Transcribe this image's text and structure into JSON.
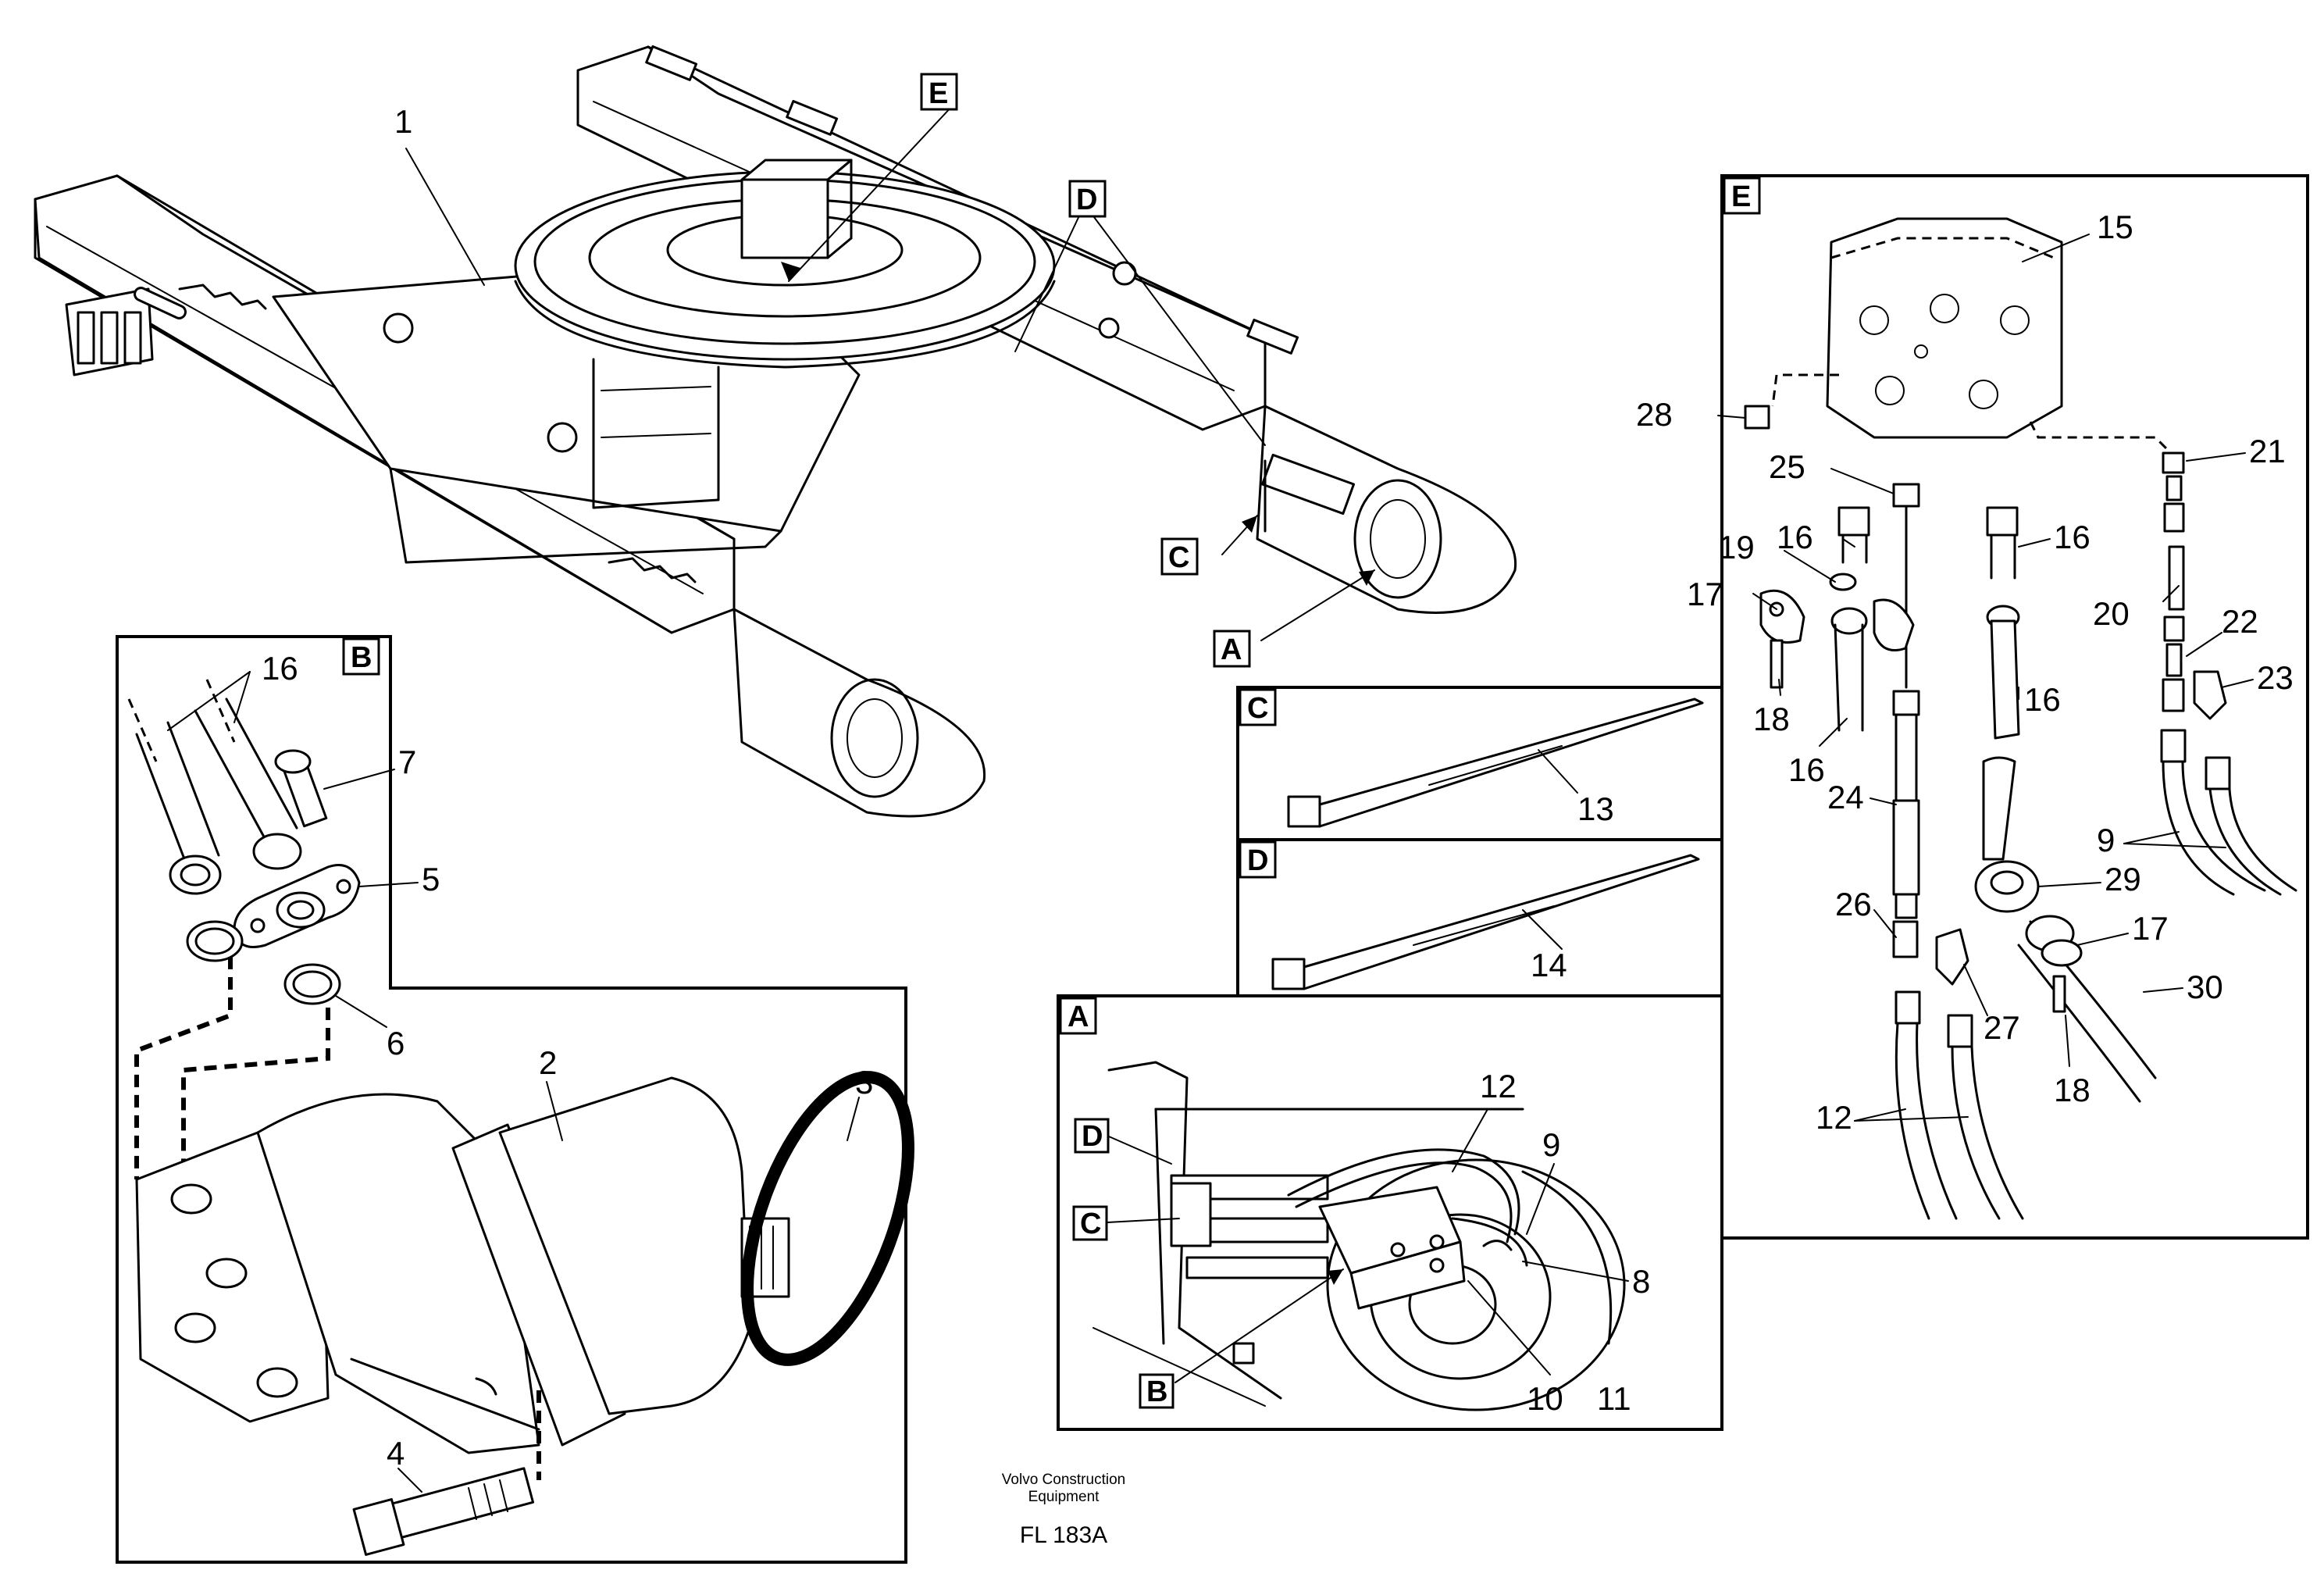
{
  "frame": {
    "callouts": {
      "c1": "1"
    },
    "letters": {
      "E": "E",
      "D": "D",
      "C": "C",
      "A": "A"
    }
  },
  "panel_B": {
    "letter": "B",
    "callouts": [
      "16",
      "7",
      "5",
      "6",
      "2",
      "3",
      "4"
    ]
  },
  "panel_C": {
    "letter": "C",
    "callouts": [
      "13"
    ]
  },
  "panel_D": {
    "letter": "D",
    "callouts": [
      "14"
    ]
  },
  "panel_A": {
    "letter": "A",
    "inner_letters": [
      "D",
      "C",
      "B"
    ],
    "callouts": [
      "12",
      "9",
      "8",
      "10",
      "11"
    ]
  },
  "panel_E": {
    "letter": "E",
    "callouts": {
      "c15": "15",
      "c28": "28",
      "c21": "21",
      "c25": "25",
      "c19": "19",
      "c16a": "16",
      "c16b": "16",
      "c17": "17",
      "c20": "20",
      "c22": "22",
      "c23": "23",
      "c18": "18",
      "c16c": "16",
      "c16d": "16",
      "c24": "24",
      "c9": "9",
      "c26": "26",
      "c29": "29",
      "c17b": "17",
      "c27": "27",
      "c30": "30",
      "c18b": "18",
      "c12": "12"
    }
  },
  "footer": {
    "line1": "Volvo Construction",
    "line2": "Equipment",
    "code": "FL 183A"
  }
}
